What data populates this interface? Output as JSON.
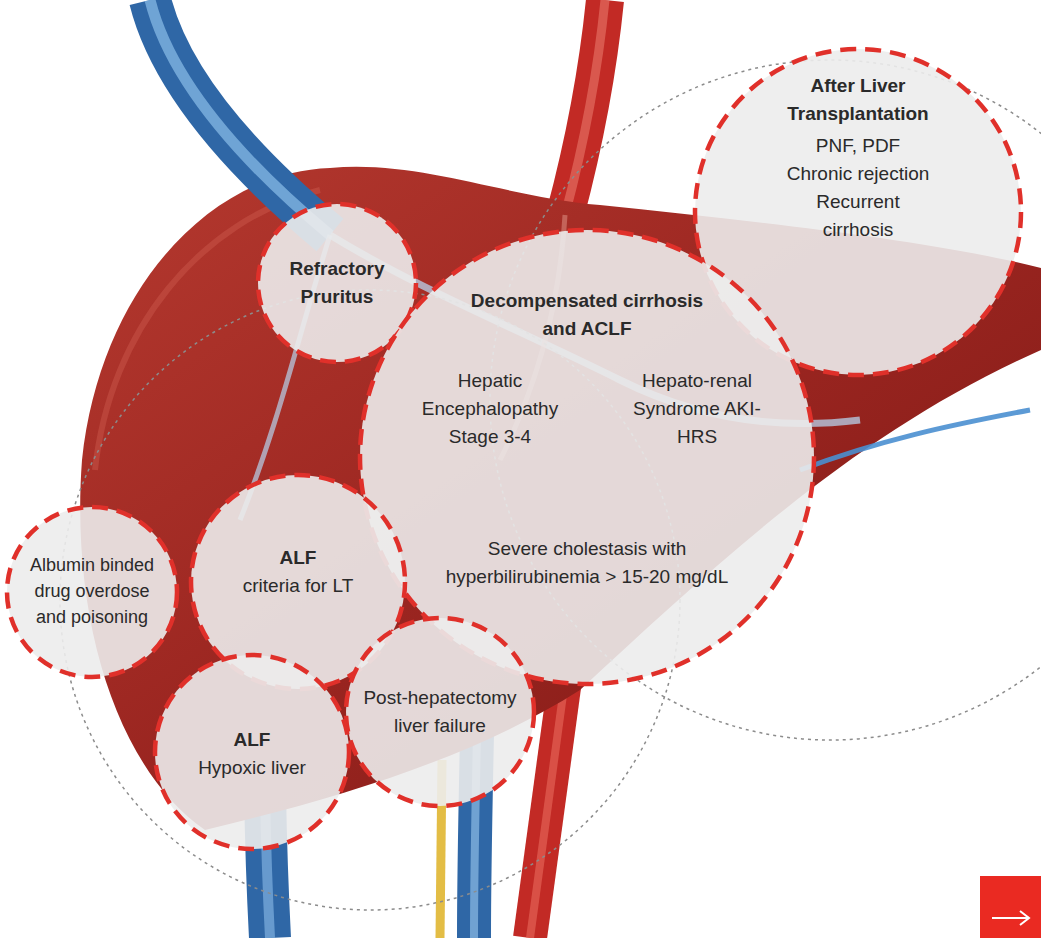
{
  "diagram": {
    "nodes": [
      {
        "text": [
          "After Liver Transplantation",
          "PNF, PDF Chronic rejection Recurrent cirrhosis"
        ]
      },
      {
        "text": [
          "Refractory Pruritus"
        ]
      },
      {
        "text": [
          "Decompensated cirrhosis and ACLF",
          "Hepatic Encephalopathy Stage 3-4",
          "Hepato-renal Syndrome AKI-HRS",
          "Severe cholestasis with hyperbilirubinemia > 15-20 mg/dL"
        ]
      },
      {
        "text": [
          "Albumin binded drug overdose and poisoning"
        ]
      },
      {
        "text": [
          "ALF",
          "criteria for LT"
        ]
      },
      {
        "text": [
          "Post-hepatectomy liver failure"
        ]
      },
      {
        "text": [
          "ALF",
          "Hypoxic liver"
        ]
      }
    ]
  }
}
